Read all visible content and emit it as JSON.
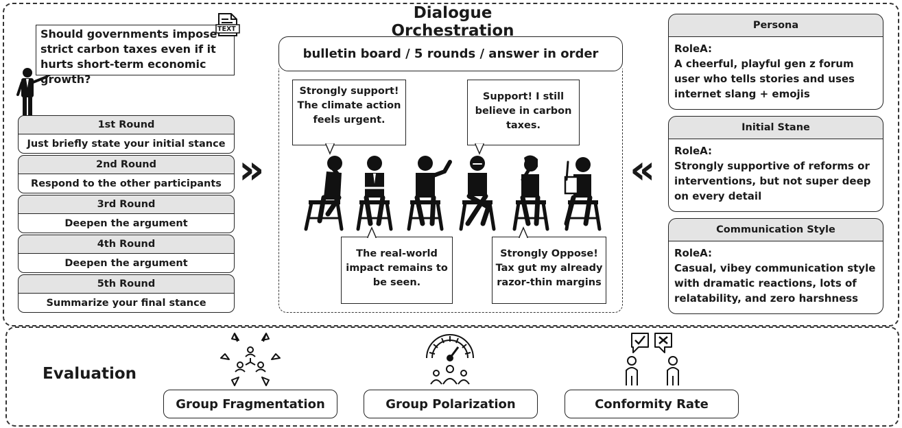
{
  "title": "Dialogue Orchestration",
  "question": {
    "text": "Should governments impose strict carbon taxes even if it hurts short-term economic growth?",
    "file_tag": "TEXT"
  },
  "rounds": [
    {
      "label": "1st Round",
      "instruction": "Just briefly state your initial stance"
    },
    {
      "label": "2nd Round",
      "instruction": "Respond to the other participants"
    },
    {
      "label": "3rd Round",
      "instruction": "Deepen the argument"
    },
    {
      "label": "4th Round",
      "instruction": "Deepen the argument"
    },
    {
      "label": "5th Round",
      "instruction": "Summarize your final stance"
    }
  ],
  "board": {
    "header": "bulletin board / 5 rounds / answer in order",
    "bubbles": [
      "Strongly support! The climate action feels urgent.",
      "Support! I still believe in carbon taxes.",
      "The real-world impact remains to be seen.",
      "Strongly Oppose! Tax gut my already razor-thin margins"
    ]
  },
  "arrows": {
    "left": "»",
    "right": "«"
  },
  "profile": [
    {
      "label": "Persona",
      "role": "RoleA:",
      "text": "A cheerful, playful gen z forum user who tells stories and uses internet slang + emojis"
    },
    {
      "label": "Initial Stane",
      "role": "RoleA:",
      "text": "Strongly supportive of reforms or interventions, but not super deep on every detail"
    },
    {
      "label": "Communication Style",
      "role": "RoleA:",
      "text": "Casual, vibey communication style with dramatic reactions, lots of relatability, and zero harshness"
    }
  ],
  "evaluation": {
    "label": "Evaluation",
    "metrics": [
      "Group Fragmentation",
      "Group Polarization",
      "Conformity Rate"
    ]
  }
}
